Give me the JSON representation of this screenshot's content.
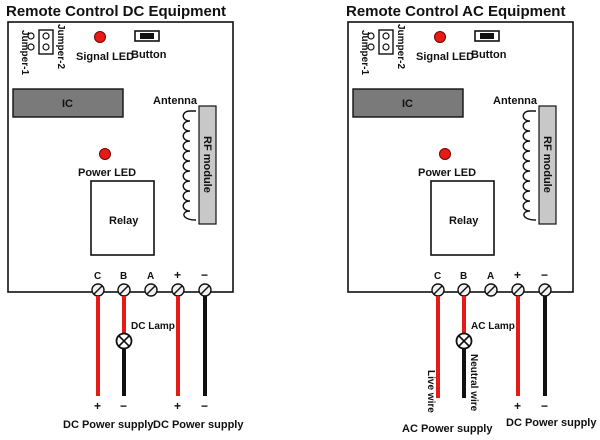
{
  "panels": [
    {
      "id": "dc",
      "title": "Remote Control DC Equipment",
      "jumper1": "Jumper-1",
      "jumper2": "Jumper-2",
      "signal_led": "Signal LED",
      "button": "Button",
      "ic": "IC",
      "antenna": "Antenna",
      "rf_module": "RF module",
      "power_led": "Power LED",
      "relay": "Relay",
      "terminals": [
        "C",
        "B",
        "A",
        "+",
        "−"
      ],
      "lamp": "DC Lamp",
      "left_signs": [
        "+",
        "−"
      ],
      "right_signs": [
        "+",
        "−"
      ],
      "left_supply": "DC Power supply",
      "right_supply": "DC Power supply",
      "live_wire": "",
      "neutral_wire": ""
    },
    {
      "id": "ac",
      "title": "Remote Control AC Equipment",
      "jumper1": "Jumper-1",
      "jumper2": "Jumper-2",
      "signal_led": "Signal LED",
      "button": "Button",
      "ic": "IC",
      "antenna": "Antenna",
      "rf_module": "RF module",
      "power_led": "Power LED",
      "relay": "Relay",
      "terminals": [
        "C",
        "B",
        "A",
        "+",
        "−"
      ],
      "lamp": "AC Lamp",
      "left_signs": [],
      "right_signs": [
        "+",
        "−"
      ],
      "left_supply": "AC Power supply",
      "right_supply": "DC Power supply",
      "live_wire": "Live wire",
      "neutral_wire": "Neutral wire"
    }
  ],
  "colors": {
    "led": "#e41b17",
    "red_wire": "#e41b17",
    "black_wire": "#111111",
    "ic_fill": "#7a7a7a",
    "rf_fill": "#c8c8c8"
  }
}
